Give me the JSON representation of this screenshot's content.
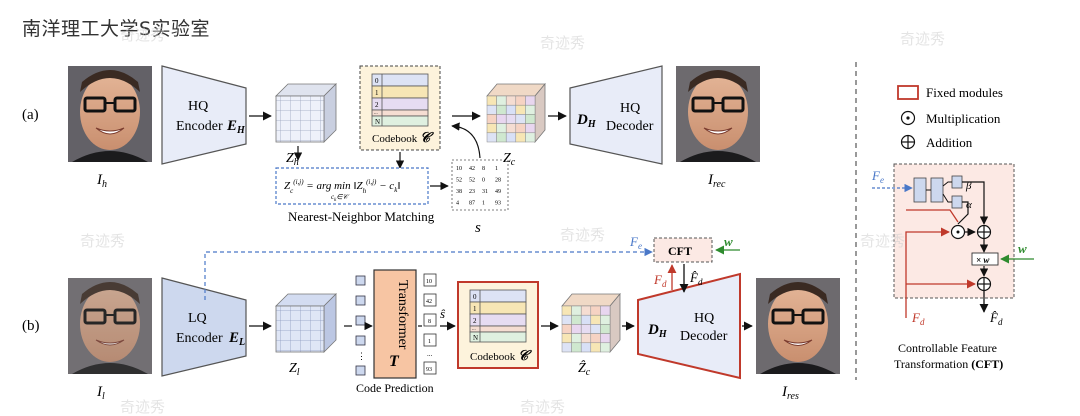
{
  "header": {
    "title": "南洋理工大学S实验室"
  },
  "watermark": {
    "text": "奇迹秀"
  },
  "row_a": {
    "tag": "(a)",
    "input_label": "I",
    "input_sub": "h",
    "encoder": {
      "line1": "HQ",
      "line2": "Encoder",
      "symbol": "E",
      "symbol_sub": "H"
    },
    "latent_label": "Z",
    "latent_sub": "h",
    "codebook_label": "Codebook",
    "codebook_symbol": "𝒞",
    "codebook_rows": [
      "0",
      "1",
      "2",
      "...",
      "N"
    ],
    "quant_label": "Z",
    "quant_sub": "c",
    "decoder": {
      "symbol": "D",
      "symbol_sub": "H",
      "line1": "HQ",
      "line2": "Decoder"
    },
    "output_label": "I",
    "output_sub": "rec",
    "nn_formula": "Z_c^(i,j) = arg min_{c_k∈𝒞} ‖Z_h^(i,j) − c_k‖",
    "nn_caption": "Nearest-Neighbor Matching",
    "s_label": "s",
    "s_grid": [
      [
        "10",
        "42",
        "8",
        "1"
      ],
      [
        "52",
        "52",
        "0",
        "28"
      ],
      [
        "38",
        "23",
        "31",
        "49"
      ],
      [
        "4",
        "87",
        "1",
        "93"
      ]
    ]
  },
  "row_b": {
    "tag": "(b)",
    "input_label": "I",
    "input_sub": "l",
    "encoder": {
      "line1": "LQ",
      "line2": "Encoder",
      "symbol": "E",
      "symbol_sub": "L"
    },
    "latent_label": "Z",
    "latent_sub": "l",
    "transformer_label": "Transformer",
    "transformer_symbol": "T",
    "code_pred_caption": "Code Prediction",
    "s_hat": "ŝ",
    "token_values": [
      "10",
      "42",
      "8",
      "1",
      "...",
      "93"
    ],
    "codebook_label": "Codebook",
    "codebook_symbol": "𝒞",
    "codebook_rows": [
      "0",
      "1",
      "2",
      "...",
      "N"
    ],
    "quant_label": "Ẑ",
    "quant_sub": "c",
    "decoder": {
      "symbol": "D",
      "symbol_sub": "H",
      "line1": "HQ",
      "line2": "Decoder"
    },
    "output_label": "I",
    "output_sub": "res",
    "cft_label": "CFT",
    "fe_label": "F",
    "fe_sub": "e",
    "w_label": "w",
    "fd_label": "F",
    "fd_sub": "d",
    "fdhat_label": "F̂",
    "fdhat_sub": "d"
  },
  "legend": {
    "fixed": "Fixed modules",
    "multiplication": "Multiplication",
    "addition": "Addition"
  },
  "cft_detail": {
    "fe_label": "F",
    "fe_sub": "e",
    "beta": "β",
    "alpha": "α",
    "w_label": "w",
    "times_w": "× w",
    "fd_label": "F",
    "fd_sub": "d",
    "fdhat_label": "F̂",
    "fdhat_sub": "d",
    "caption_line1": "Controllable Feature",
    "caption_line2": "Transformation",
    "caption_abbr": "(CFT)"
  },
  "colors": {
    "hq_encoder": "#e8ecf8",
    "lq_encoder": "#cdd8ee",
    "codebook_bg": "#fdf3dc",
    "transformer": "#f7c5a3",
    "fixed_red": "#c0392b",
    "cft_bg": "#fce9e4",
    "blue_dashed": "#4a78c8",
    "green_w": "#2e8b2e"
  }
}
